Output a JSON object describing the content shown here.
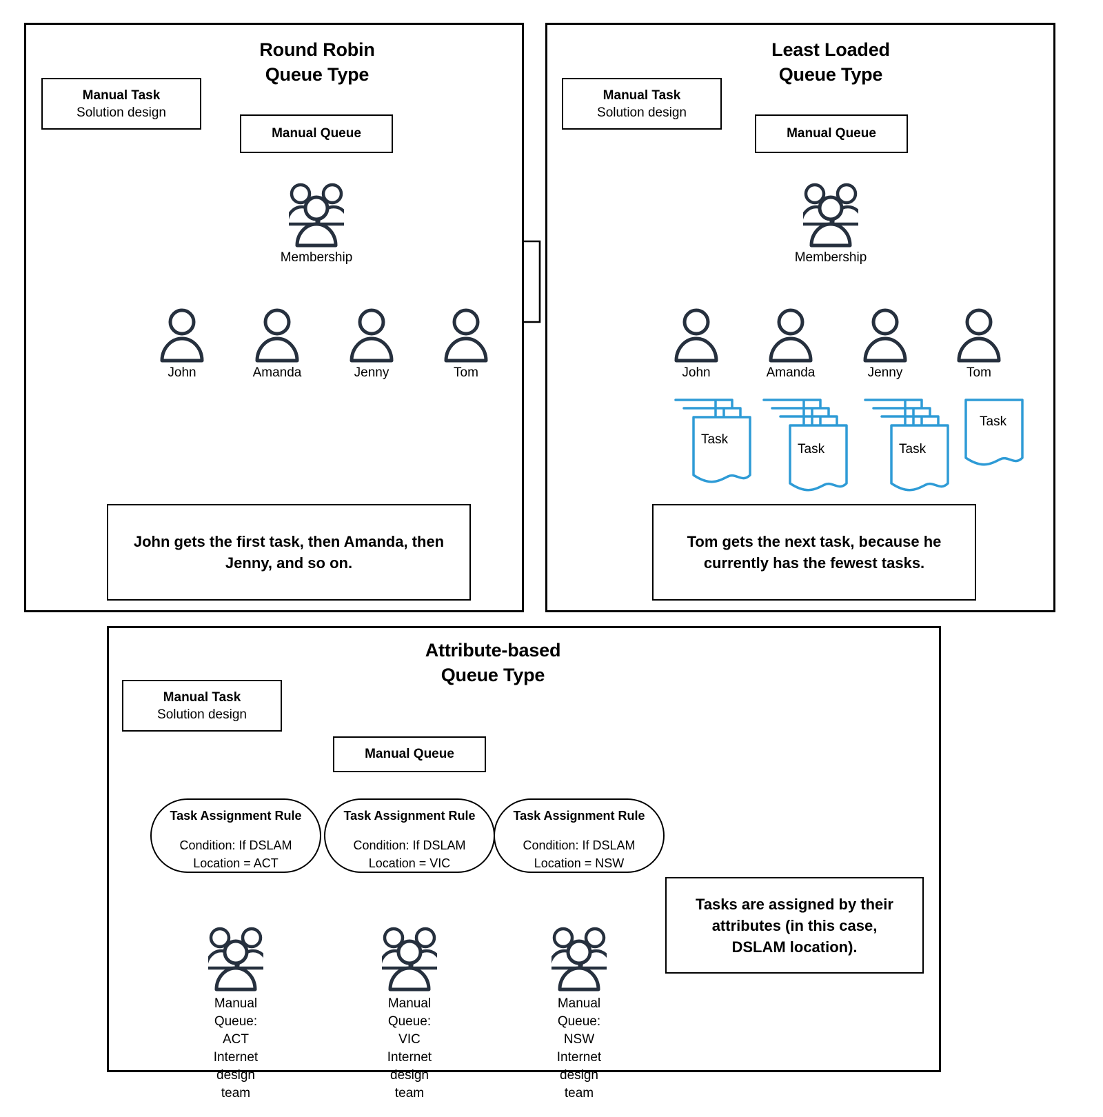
{
  "accent_blue": "#2e9bd6",
  "icon_navy": "#26303e",
  "line_black": "#000000",
  "panels": [
    {
      "id": "round-robin",
      "title": "Round Robin\nQueue Type",
      "task_box": {
        "title": "Manual Task",
        "subtitle": "Solution design"
      },
      "queue_box": {
        "label": "Manual Queue"
      },
      "membership": {
        "label": "Membership",
        "icon": "group-of-people-icon"
      },
      "people": [
        "John",
        "Amanda",
        "Jenny",
        "Tom"
      ],
      "callout": "John gets the first task, then Amanda, then Jenny, and so on."
    },
    {
      "id": "least-loaded",
      "title": "Least Loaded\nQueue Type",
      "task_box": {
        "title": "Manual Task",
        "subtitle": "Solution design"
      },
      "queue_box": {
        "label": "Manual Queue"
      },
      "membership": {
        "label": "Membership",
        "icon": "group-of-people-icon"
      },
      "people": [
        "John",
        "Amanda",
        "Jenny",
        "Tom"
      ],
      "task_label": "Task",
      "task_counts": [
        3,
        4,
        4,
        1
      ],
      "callout": "Tom gets the next task, because he currently has the fewest tasks."
    },
    {
      "id": "attribute-based",
      "title": "Attribute-based\nQueue Type",
      "task_box": {
        "title": "Manual Task",
        "subtitle": "Solution design"
      },
      "queue_box": {
        "label": "Manual Queue"
      },
      "rules": [
        {
          "title": "Task Assignment Rule",
          "condition": "Condition: If DSLAM\nLocation = ACT"
        },
        {
          "title": "Task Assignment Rule",
          "condition": "Condition: If DSLAM\nLocation = VIC"
        },
        {
          "title": "Task Assignment Rule",
          "condition": "Condition: If DSLAM\nLocation = NSW"
        }
      ],
      "teams": [
        {
          "label": "Manual Queue:\nACT Internet\ndesign team",
          "icon": "group-of-people-icon"
        },
        {
          "label": "Manual Queue:\nVIC Internet\ndesign team",
          "icon": "group-of-people-icon"
        },
        {
          "label": "Manual Queue:\nNSW Internet\ndesign team",
          "icon": "group-of-people-icon"
        }
      ],
      "callout": "Tasks are assigned by their attributes (in this case, DSLAM location)."
    }
  ]
}
